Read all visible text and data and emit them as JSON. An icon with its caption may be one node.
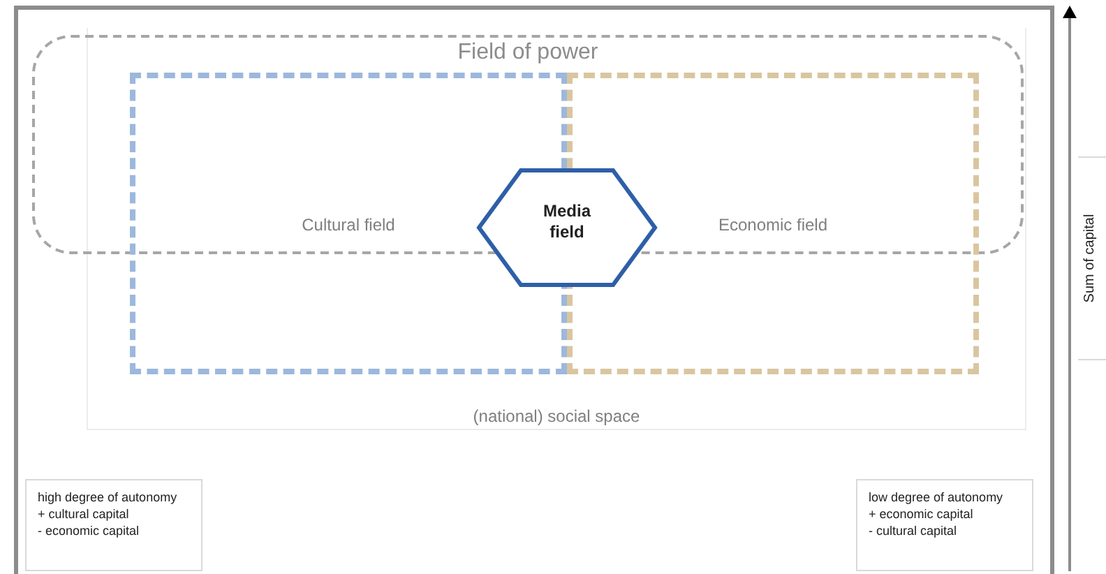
{
  "diagram": {
    "nodes": [
      {
        "text": [
          "(national) social space"
        ]
      },
      {
        "text": [
          "Field of power"
        ],
        "in": 0
      },
      {
        "text": [
          "Cultural field"
        ],
        "in": 0
      },
      {
        "text": [
          "Economic field"
        ],
        "in": 0
      },
      {
        "text": [
          "Media field"
        ],
        "in": 0
      },
      {
        "text": [
          "high degree of autonomy",
          "+ cultural capital",
          "- economic capital"
        ]
      },
      {
        "text": [
          "low degree of autonomy",
          "+ economic capital",
          "- cultural capital"
        ]
      },
      {
        "text": [
          "Sum of capital"
        ]
      }
    ],
    "edges": []
  }
}
